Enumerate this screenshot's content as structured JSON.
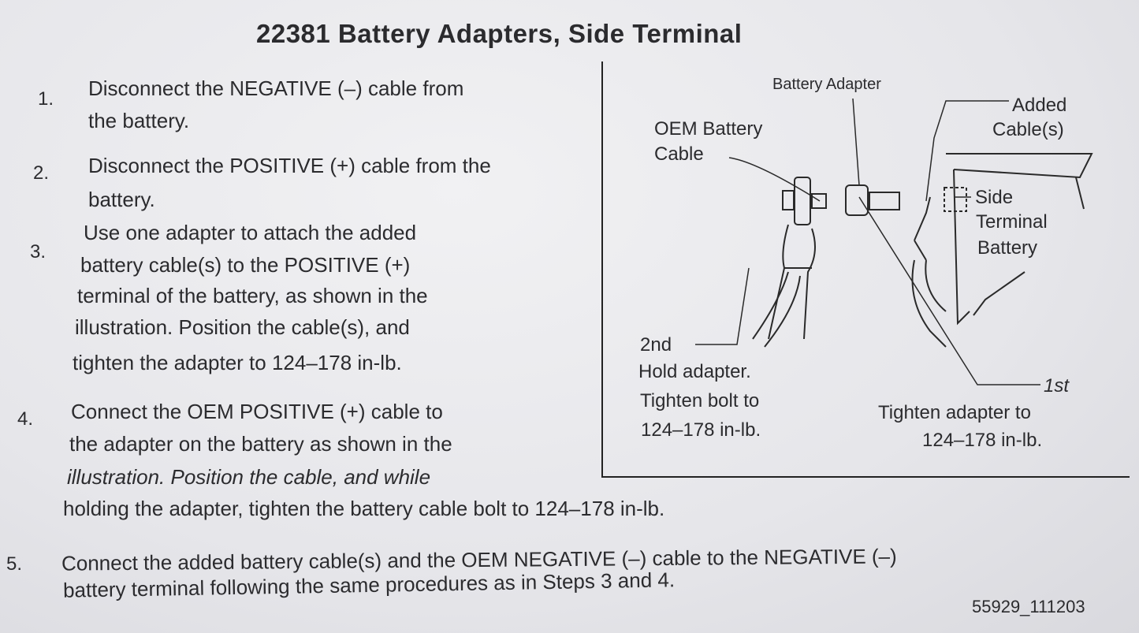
{
  "title": "22381  Battery Adapters, Side Terminal",
  "steps": [
    {
      "num": "1.",
      "lines": [
        "Disconnect the NEGATIVE (–) cable from",
        "the battery."
      ]
    },
    {
      "num": "2.",
      "lines": [
        "Disconnect the POSITIVE (+) cable from the",
        "battery."
      ]
    },
    {
      "num": "3.",
      "lines": [
        "Use one adapter to attach the added",
        "battery cable(s) to the POSITIVE (+)",
        "terminal of the battery, as shown in the",
        "illustration. Position the cable(s), and",
        "tighten the adapter to 124–178 in-lb."
      ]
    },
    {
      "num": "4.",
      "lines": [
        "Connect the OEM POSITIVE (+) cable to",
        "the adapter on the battery as shown in the",
        "illustration. Position the cable, and while",
        "holding the adapter, tighten the battery cable bolt to 124–178 in-lb."
      ]
    },
    {
      "num": "5.",
      "lines": [
        "Connect the added battery cable(s) and the OEM NEGATIVE (–) cable to the NEGATIVE (–)",
        "battery terminal following the same procedures as in Steps 3 and 4."
      ]
    }
  ],
  "diagram": {
    "battery_adapter": "Battery Adapter",
    "added_cables": [
      "Added",
      "Cable(s)"
    ],
    "oem_cable": [
      "OEM Battery",
      "Cable"
    ],
    "side_terminal": [
      "Side",
      "Terminal",
      "Battery"
    ],
    "second": "2nd",
    "second_text": [
      "Hold adapter.",
      "Tighten bolt to",
      "124–178 in-lb."
    ],
    "first": "1st",
    "first_text": [
      "Tighten adapter to",
      "124–178 in-lb."
    ]
  },
  "doc_code": "55929_111203"
}
